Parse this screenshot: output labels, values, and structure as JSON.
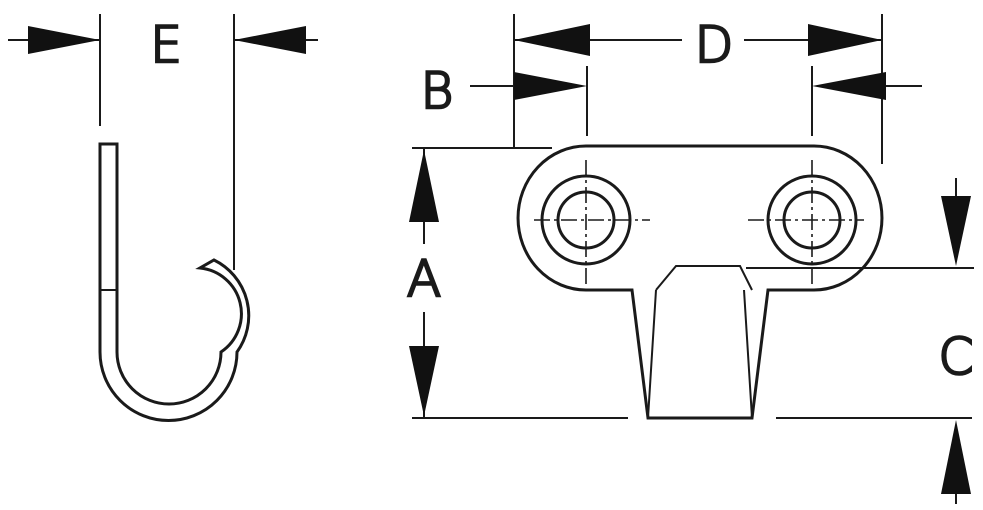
{
  "diagram": {
    "labels": {
      "a": "A",
      "b": "B",
      "c": "C",
      "d": "D",
      "e": "E"
    },
    "colors": {
      "ink": "#1a1a1a",
      "background": "#ffffff"
    }
  }
}
